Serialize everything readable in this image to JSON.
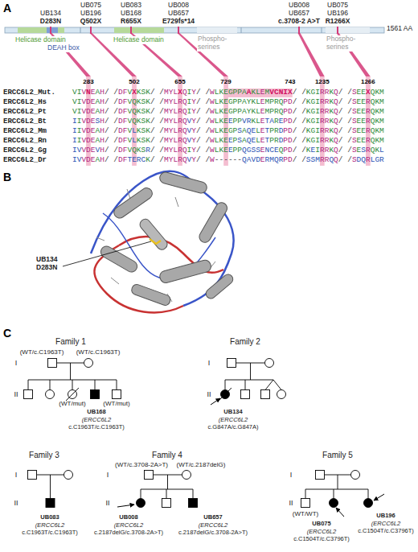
{
  "diagram": {
    "labels": [
      "A",
      "UB134",
      "D283N",
      "UB075",
      "UB196",
      "Q502X",
      "UB083",
      "UB168",
      "R655X",
      "UB008",
      "UB657",
      "E729fs*14",
      "UB008",
      "UB657",
      "c.3708-2 A>T",
      "UB075",
      "UB196",
      "R1266X",
      "1561 AA",
      "Helicase domain",
      "DEAH box",
      "Helicase domain",
      "Phospho-serines",
      "Phospho-serines",
      "283",
      "502",
      "655",
      "729",
      "743",
      "1235",
      "1266",
      "ERCC6L2_Mut.",
      "VIVNEAH/ /DFVXKSK/ /MYLXQIY/ /WLKEGPPAAKLEMVCNIX/ /KGIRRKQ/ /SEEXQKM",
      "ERCC6L2_Hs",
      "VIVDEAH/ /DFVQKSK/ /MYLRQIY/ /WLKEGPPAYKLEMPRQPD/ /KGIRRKQ/ /SEERQKM",
      "ERCC6L2_Pt",
      "VIVDEAH/ /DFVQKSK/ /MYLRQIY/ /WLKEGPPAYKLEMPRQPD/ /KGIRRKQ/ /SEERQKM",
      "ERCC6L2_Bt",
      "IIVDESH/ /DFVQKSK/ /MYLRQVY/ /WLKEEPPVRKLETAREPD/ /KGIRRKQ/ /SEERQKM",
      "ERCC6L2_Mm",
      "IIVDEAH/ /DFVLKSK/ /MYLRQVY/ /WLKEGPSAQELETPRDPD/ /KGIRRKQ/ /SEERQKM",
      "ERCC6L2_Rn",
      "IIVDEAH/ /DFVLKSK/ /MYLRQVY/ /WLKEEPSAQELETPRDPD/ /KGIRRKQ/ /SEERQKM",
      "ERCC6L2_Gg",
      "IVVDEVH/ /DFVQKSR/ /MYLRQIY/ /WLKEEPPQGSSENCEQPD/ /KEIRRKQ/ /SESRQKL",
      "ERCC6L2_Dr",
      "IVVDEAH/ /DFTERCK/ /MYLRQVY/ /W------QAVDERMQRPD/ /SSMRRQQ/ /SDQRLGR",
      "B",
      "UB134",
      "D283N",
      "C",
      "Family 1",
      "I",
      "II",
      "(WT/c.C1963T)",
      "(WT/c.C1963T)",
      "(WT/mut)",
      "(WT/mut)",
      "UB168",
      "(ERCC6L2",
      "c.C1963T/c.C1963T)",
      "Family 2",
      "I",
      "II",
      "UB134",
      "(ERCC6L2",
      "c.G847A/c.G847A)",
      "Family 3",
      "I",
      "II",
      "UB083",
      "(ERCC6L2",
      "c.C1963T/c.C1963T)",
      "Family 4",
      "I",
      "II",
      "(WT/c.3708-2A>T)",
      "(WT/c.2187delG)",
      "UB008",
      "(ERCC6L2",
      "c.2187delG/c.3708-2A>T)",
      "UB657",
      "(ERCC6L2",
      "c.2187delG/c.3708-2A>T)",
      "Family 5",
      "I",
      "II",
      "(WT/WT)",
      "UB075",
      "(ERCC6L2",
      "c.C1504T/c.C3796T)",
      "UB196",
      "(ERCC6L2",
      "c.C1504T/c.C3796T)"
    ]
  }
}
